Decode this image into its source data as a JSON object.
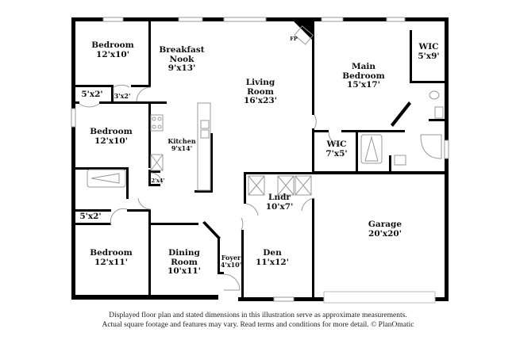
{
  "rooms": [
    {
      "id": "bedroom-1",
      "name": "Bedroom",
      "dims": "12'x10'"
    },
    {
      "id": "breakfast-nook",
      "name": "Breakfast Nook",
      "name_lines": [
        "Breakfast",
        "Nook"
      ],
      "dims": "9'x13'"
    },
    {
      "id": "living-room",
      "name_lines": [
        "Living",
        "Room"
      ],
      "dims": "16'x23'"
    },
    {
      "id": "main-bedroom",
      "name_lines": [
        "Main",
        "Bedroom"
      ],
      "dims": "15'x17'"
    },
    {
      "id": "wic-main",
      "name": "WIC",
      "dims": "5'x9'"
    },
    {
      "id": "closet-1",
      "dims": "5'x2'"
    },
    {
      "id": "closet-2",
      "dims": "3'x2'"
    },
    {
      "id": "bedroom-2",
      "name": "Bedroom",
      "dims": "12'x10'"
    },
    {
      "id": "kitchen",
      "name": "Kitchen",
      "dims": "9'x14'"
    },
    {
      "id": "pantry",
      "dims": "2'x4'"
    },
    {
      "id": "wic-2",
      "name": "WIC",
      "dims": "7'x5'"
    },
    {
      "id": "laundry",
      "name": "Lndr",
      "dims": "10'x7'"
    },
    {
      "id": "garage",
      "name": "Garage",
      "dims": "20'x20'"
    },
    {
      "id": "closet-3",
      "dims": "5'x2'"
    },
    {
      "id": "bedroom-3",
      "name": "Bedroom",
      "dims": "12'x11'"
    },
    {
      "id": "dining-room",
      "name_lines": [
        "Dining",
        "Room"
      ],
      "dims": "10'x11'"
    },
    {
      "id": "foyer",
      "name": "Foyer",
      "dims": "4'x10'"
    },
    {
      "id": "den",
      "name": "Den",
      "dims": "11'x12'"
    }
  ],
  "fireplace_label": "FP",
  "footer": {
    "line1": "Displayed floor plan and stated dimensions in this illustration serve as approximate measurements.",
    "line2": "Actual square footage and features may vary. Read terms and conditions for more detail. © PlanOmatic"
  }
}
